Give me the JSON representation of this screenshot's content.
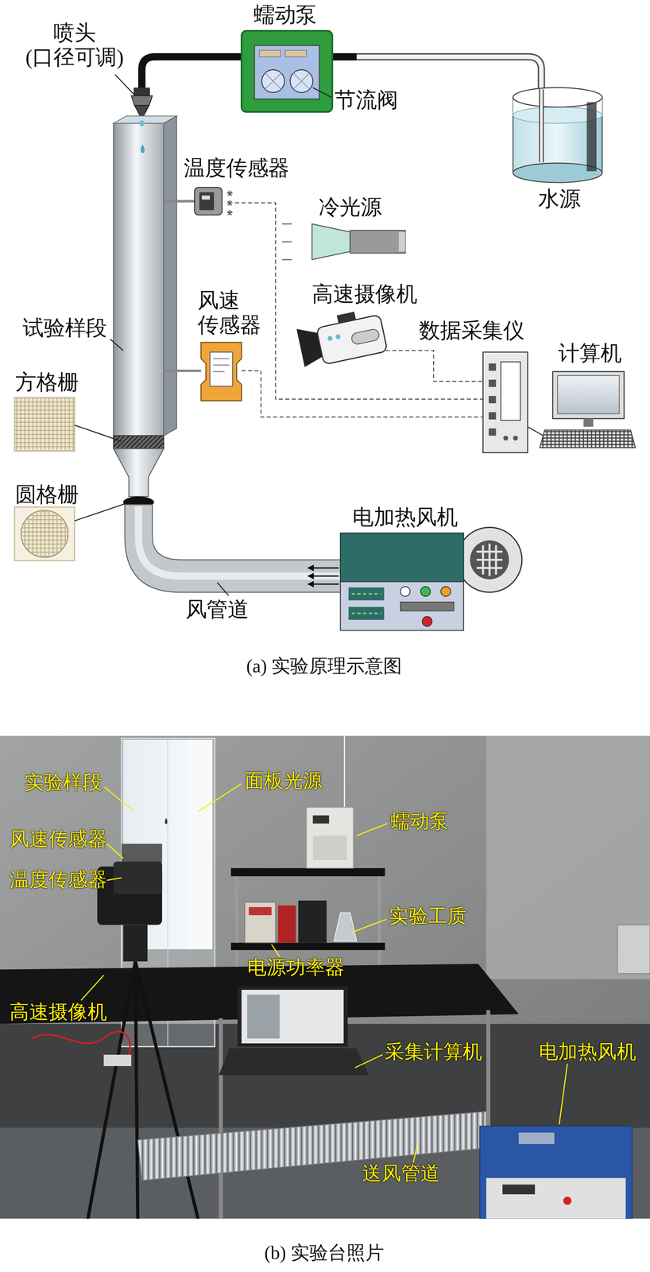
{
  "diagram": {
    "labels": [
      "蠕动泵",
      "喷头 (口径可调)",
      "节流阀",
      "水源",
      "温度传感器",
      "冷光源",
      "高速摄像机",
      "风速 传感器",
      "试验样段",
      "数据采集仪",
      "计算机",
      "方格栅",
      "圆格栅",
      "电加热风机",
      "风管道",
      "(a) 实验原理示意图",
      "实验样段",
      "面板光源",
      "风速传感器",
      "蠕动泵",
      "温度传感器",
      "实验工质",
      "电源功率器",
      "高速摄像机",
      "采集计算机",
      "电加热风机",
      "送风管道",
      "(b) 实验台照片"
    ]
  }
}
